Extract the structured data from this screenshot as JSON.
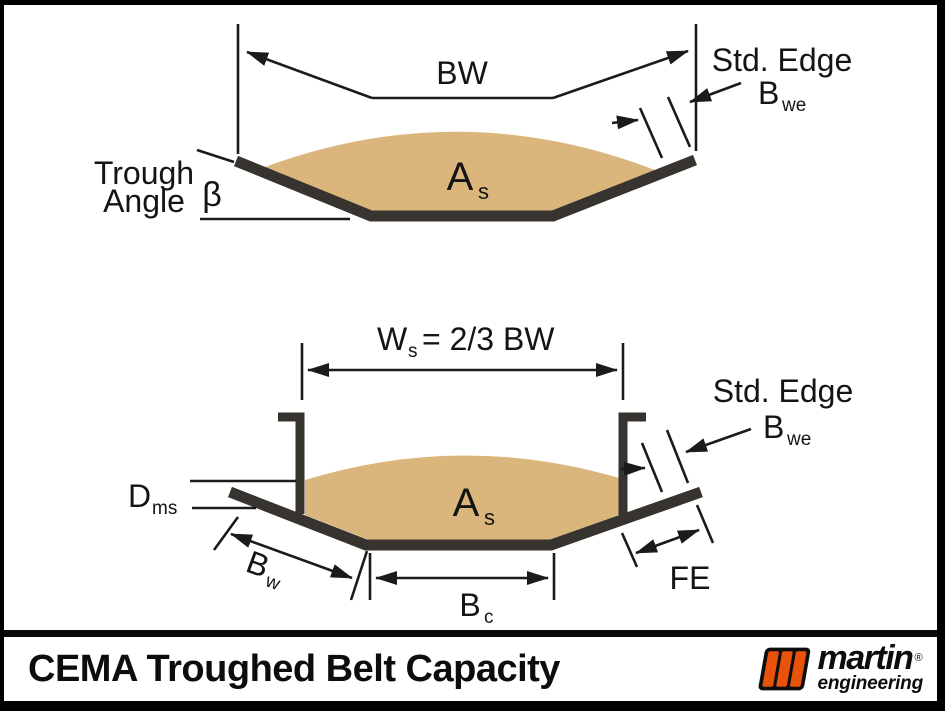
{
  "colors": {
    "material": "#dbb67c",
    "belt": "#37332f",
    "line": "#1b1b1b",
    "logo_orange": "#e8520a"
  },
  "top_diagram": {
    "belt_width_label": "BW",
    "std_edge": {
      "label": "Std. Edge",
      "symbol": "B",
      "symbol_sub": "we"
    },
    "trough_angle": {
      "label_line1": "Trough",
      "label_line2": "Angle",
      "symbol": "β"
    },
    "material_area": {
      "symbol": "A",
      "symbol_sub": "s"
    }
  },
  "bottom_diagram": {
    "skirt_width": {
      "symbol": "W",
      "symbol_sub": "s",
      "equation": "= 2/3 BW"
    },
    "std_edge": {
      "label": "Std. Edge",
      "symbol": "B",
      "symbol_sub": "we"
    },
    "material_depth": {
      "symbol": "D",
      "symbol_sub": "ms"
    },
    "belt_wing": {
      "symbol": "B",
      "symbol_sub": "w"
    },
    "belt_center": {
      "symbol": "B",
      "symbol_sub": "c"
    },
    "free_edge_label": "FE",
    "material_area": {
      "symbol": "A",
      "symbol_sub": "s"
    }
  },
  "footer": {
    "title": "CEMA Troughed Belt Capacity",
    "logo": {
      "name": "martin",
      "subname": "engineering",
      "registered": "®"
    }
  }
}
